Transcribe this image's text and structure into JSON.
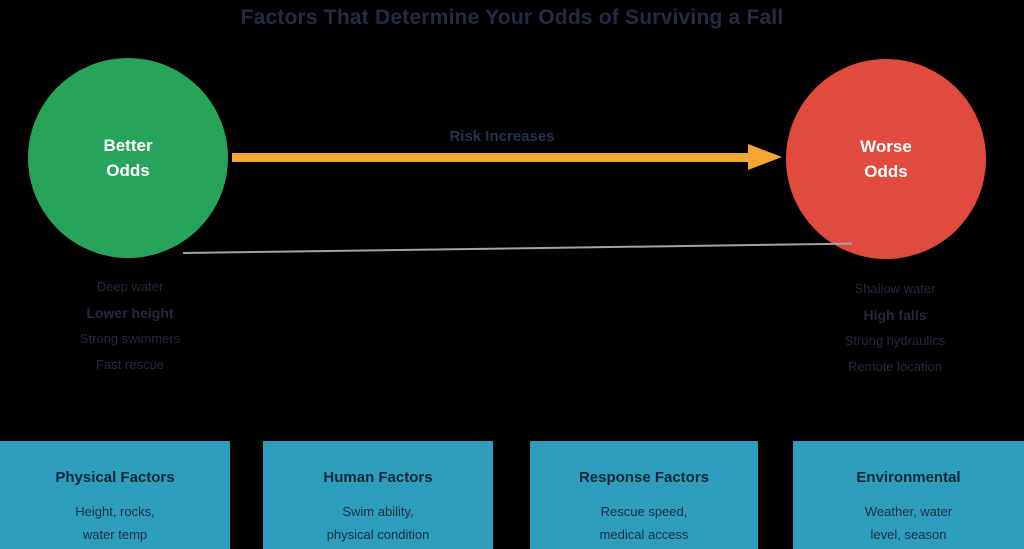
{
  "title": "Factors That Determine Your Odds of Surviving a Fall",
  "colors": {
    "background": "#000000",
    "better_circle": "#27a35b",
    "worse_circle": "#e04b3e",
    "arrow": "#f5a733",
    "category_box": "#2f9dbd",
    "dark_text": "#242840",
    "circle_text": "#ffffff"
  },
  "spectrum": {
    "left_circle": {
      "line1": "Better",
      "line2": "Odds"
    },
    "right_circle": {
      "line1": "Worse",
      "line2": "Odds"
    },
    "arrow_label": "Risk Increases"
  },
  "left_factors": {
    "line1": "Deep water",
    "line2": "Lower height",
    "line3": "Strong swimmers",
    "line4": "Fast rescue"
  },
  "right_factors": {
    "line1": "Shallow water",
    "line2": "High falls",
    "line3": "Strong hydraulics",
    "line4": "Remote location"
  },
  "categories": [
    {
      "title": "Physical Factors",
      "detail_line1": "Height, rocks,",
      "detail_line2": "water temp"
    },
    {
      "title": "Human Factors",
      "detail_line1": "Swim ability,",
      "detail_line2": "physical condition"
    },
    {
      "title": "Response Factors",
      "detail_line1": "Rescue speed,",
      "detail_line2": "medical access"
    },
    {
      "title": "Environmental",
      "detail_line1": "Weather, water",
      "detail_line2": "level, season"
    }
  ]
}
